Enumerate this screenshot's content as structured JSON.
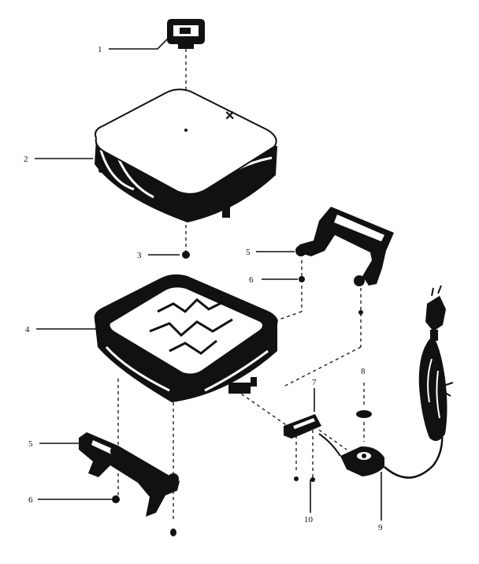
{
  "callouts": [
    {
      "id": "1",
      "text": "1"
    },
    {
      "id": "2",
      "text": "2"
    },
    {
      "id": "3",
      "text": "3"
    },
    {
      "id": "4",
      "text": "4"
    },
    {
      "id": "5a",
      "text": "5"
    },
    {
      "id": "6a",
      "text": "6"
    },
    {
      "id": "5b",
      "text": "5"
    },
    {
      "id": "6b",
      "text": "6"
    },
    {
      "id": "7",
      "text": "7"
    },
    {
      "id": "8",
      "text": "8"
    },
    {
      "id": "9",
      "text": "9"
    },
    {
      "id": "10",
      "text": "10"
    }
  ],
  "colors": {
    "ink": "#111111",
    "paper": "#ffffff"
  }
}
